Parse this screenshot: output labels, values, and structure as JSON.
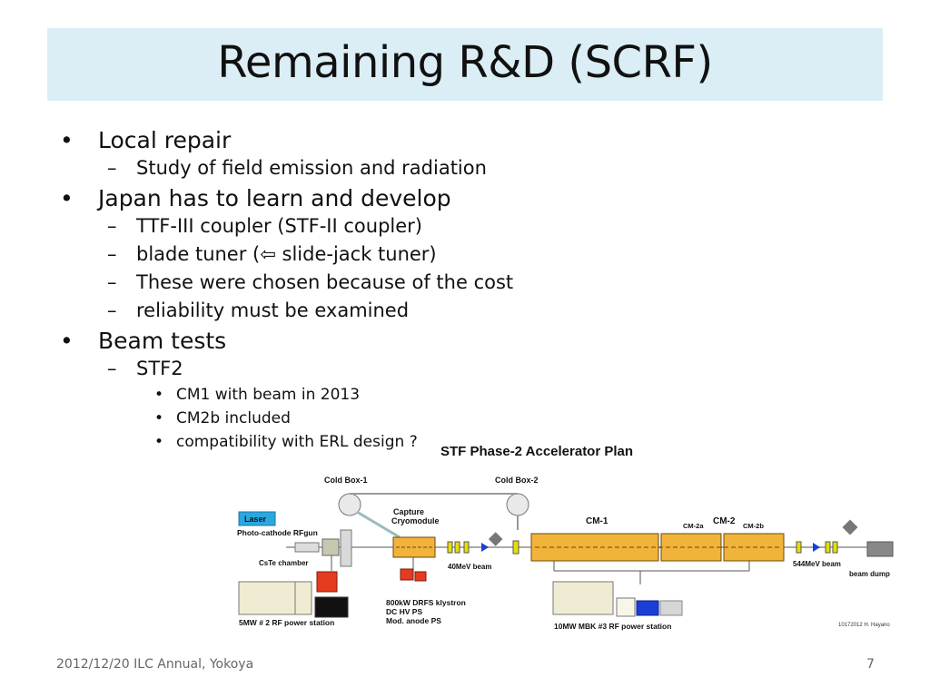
{
  "slide": {
    "title": "Remaining R&D (SCRF)",
    "bullets": [
      {
        "text": "Local repair",
        "sub": [
          "Study of field emission and radiation"
        ]
      },
      {
        "text": "Japan has to learn and develop",
        "sub": [
          "TTF-III coupler (STF-II coupler)",
          "blade tuner  (⇦ slide-jack tuner)",
          "These were chosen because of the cost",
          "reliability must be examined"
        ]
      },
      {
        "text": "Beam tests",
        "sub": [
          "STF2"
        ],
        "subsub": [
          "CM1 with beam in 2013",
          "CM2b included",
          "compatibility with ERL design ?"
        ]
      }
    ],
    "footer_left": "2012/12/20 ILC Annual, Yokoya",
    "page_number": "7"
  },
  "diagram": {
    "title": "STF Phase-2 Accelerator Plan",
    "labels": {
      "cold_box_1": "Cold Box-1",
      "cold_box_2": "Cold Box-2",
      "laser": "Laser",
      "rfgun": "Photo-cathode RFgun",
      "cste": "CsTe chamber",
      "capture_1": "Capture",
      "capture_2": "Cryomodule",
      "beam40": "40MeV beam",
      "cm1": "CM-1",
      "cm2a": "CM-2a",
      "cm2": "CM-2",
      "cm2b": "CM-2b",
      "beam544": "544MeV beam",
      "dump": "beam dump",
      "klystron_1": "800kW DRFS klystron",
      "klystron_2": "DC HV PS",
      "klystron_3": "Mod. anode PS",
      "rf5": "5MW  # 2 RF power station",
      "rf10": "10MW MBK #3 RF power station",
      "credit": "10172012 H. Hayano"
    },
    "colors": {
      "laser_box": "#29a8e0",
      "cryomodule": "#f2b33a",
      "klystron": "#e53b1f",
      "modulator": "#111111",
      "blue_unit": "#1a3fd6",
      "rack": "#f0ecd3"
    }
  }
}
